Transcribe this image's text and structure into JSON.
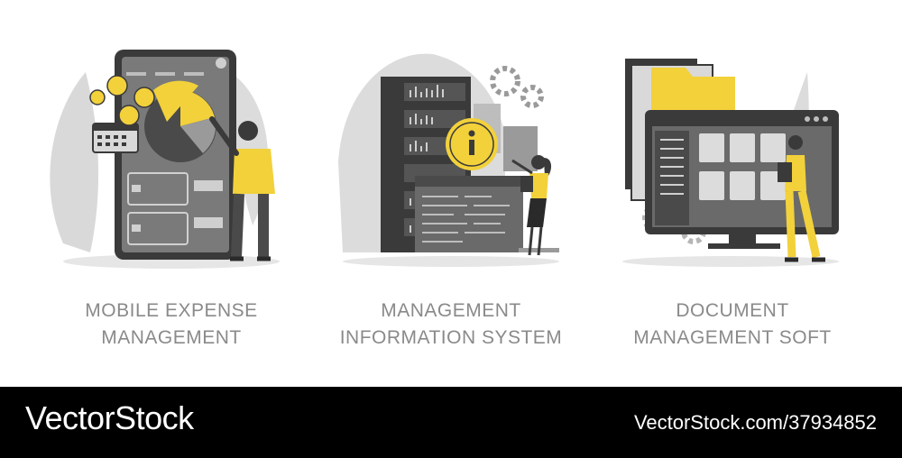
{
  "panels": [
    {
      "line1": "MOBILE EXPENSE",
      "line2": "MANAGEMENT"
    },
    {
      "line1": "MANAGEMENT",
      "line2": "INFORMATION SYSTEM"
    },
    {
      "line1": "DOCUMENT",
      "line2": "MANAGEMENT SOFT"
    }
  ],
  "footer": {
    "brand": "VectorStock",
    "stock_id": "VectorStock.com/37934852"
  },
  "colors": {
    "accent": "#f2d13b",
    "dark": "#3a3a3a",
    "mid": "#8c8c8c",
    "light": "#d6d6d6"
  },
  "icons": [
    "coin-icon",
    "calendar-icon",
    "pie-chart-icon",
    "info-icon",
    "gear-icon",
    "folder-icon",
    "document-icon"
  ]
}
